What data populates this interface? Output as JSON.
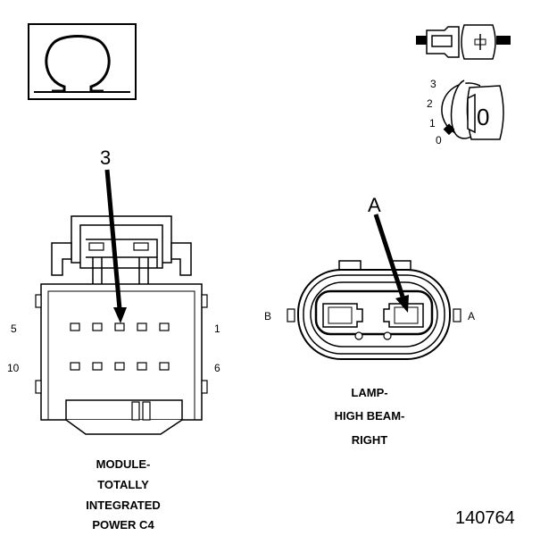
{
  "symbols": {
    "ohm_box_icon": "ohm-icon",
    "connector_icon": "disconnected-connector-icon",
    "key_switch_icon": "ignition-key-icon",
    "key_positions": [
      "3",
      "2",
      "1",
      "0"
    ],
    "key_face_label": "0"
  },
  "left_connector": {
    "callout": "3",
    "pin_left_top": "5",
    "pin_right_top": "1",
    "pin_left_bottom": "10",
    "pin_right_bottom": "6",
    "caption": [
      "MODULE-",
      "TOTALLY",
      "INTEGRATED",
      "POWER C4"
    ]
  },
  "right_connector": {
    "callout": "A",
    "side_left": "B",
    "side_right": "A",
    "caption": [
      "LAMP-",
      "HIGH BEAM-",
      "RIGHT"
    ]
  },
  "figure_id": "140764"
}
